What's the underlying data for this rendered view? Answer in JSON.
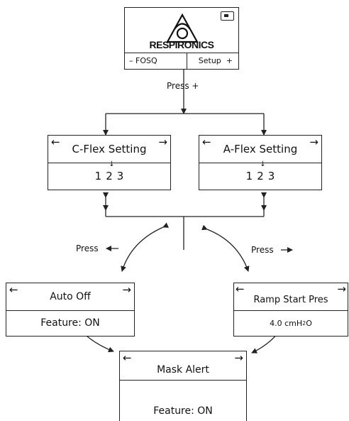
{
  "home": {
    "brand": "RESPIRONICS",
    "left_label": "– FOSQ",
    "right_label": "Setup  +",
    "card_icon": "card-icon"
  },
  "press_plus": "Press +",
  "cflex": {
    "title": "C-Flex Setting",
    "values": [
      "1",
      "2",
      "3"
    ]
  },
  "aflex": {
    "title": "A-Flex Setting",
    "values": [
      "1",
      "2",
      "3"
    ]
  },
  "press_left": "Press",
  "press_right": "Press",
  "auto_off": {
    "title": "Auto Off",
    "value": "Feature: ON"
  },
  "ramp": {
    "title": "Ramp Start Pres",
    "value_main": "4.0 cmH",
    "value_sub": "2",
    "value_end": "O"
  },
  "mask": {
    "title": "Mask Alert",
    "value": "Feature: ON"
  },
  "arrow_left_glyph": "←",
  "arrow_right_glyph": "→",
  "marker_glyph": "↓"
}
